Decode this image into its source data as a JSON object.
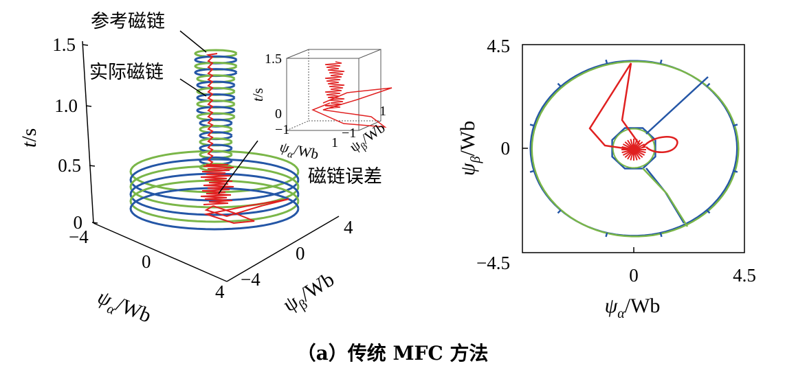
{
  "caption": "（a）传统 MFC 方法",
  "colors": {
    "reference": "#7ab648",
    "actual": "#2456a6",
    "error": "#e02020"
  },
  "chart_data": [
    {
      "type": "line3d",
      "annotations": {
        "reference": "参考磁链",
        "actual": "实际磁链",
        "error": "磁链误差"
      },
      "z_label": {
        "var": "t",
        "unit": "/s"
      },
      "x_label": {
        "var": "ψ",
        "sub": "α",
        "unit": "/Wb"
      },
      "y_label": {
        "var": "ψ",
        "sub": "β",
        "unit": "/Wb"
      },
      "z_ticks": [
        "0",
        "0.5",
        "1.0",
        "1.5"
      ],
      "x_ticks": [
        "−4",
        "0",
        "4"
      ],
      "y_ticks": [
        "−4",
        "0",
        "4"
      ],
      "xlim": [
        -4.5,
        4.5
      ],
      "ylim": [
        -4.5,
        4.5
      ],
      "zlim": [
        0,
        1.5
      ],
      "series": [
        {
          "name": "参考磁链",
          "description_values": {
            "radius_wb": 4,
            "t_range_s": [
              0,
              1.5
            ]
          }
        },
        {
          "name": "实际磁链",
          "description_values": {
            "radius_wb": 4,
            "t_range_s": [
              0,
              1.5
            ]
          }
        },
        {
          "name": "磁链误差",
          "description_values": {
            "t_range_s": [
              0,
              1.5
            ]
          }
        }
      ]
    },
    {
      "type": "line3d-inset",
      "z_label": {
        "var": "t",
        "unit": "/s"
      },
      "x_label": {
        "var": "ψ",
        "sub": "α",
        "unit": "/Wb"
      },
      "y_label": {
        "var": "ψ",
        "sub": "β",
        "unit": "/Wb"
      },
      "z_ticks": [
        "0",
        "1.5"
      ],
      "x_ticks": [
        "−1",
        "1"
      ],
      "y_ticks": [
        "−1",
        "1"
      ]
    },
    {
      "type": "line",
      "x_label": {
        "var": "ψ",
        "sub": "α",
        "unit": "/Wb"
      },
      "y_label": {
        "var": "ψ",
        "sub": "β",
        "unit": "/Wb"
      },
      "x_ticks": [
        "0",
        "4.5"
      ],
      "x_tick_min": "−4.5",
      "y_ticks": [
        "4.5",
        "0"
      ],
      "xlim": [
        -4.5,
        4.5
      ],
      "ylim": [
        -4.5,
        4.5
      ]
    }
  ]
}
